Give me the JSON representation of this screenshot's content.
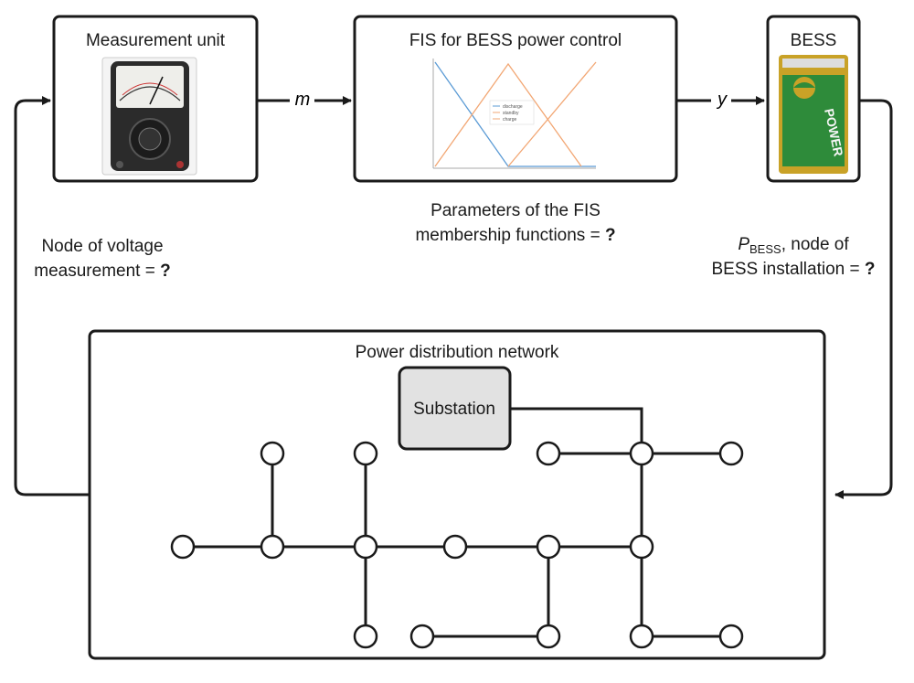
{
  "blocks": {
    "measurement_unit": {
      "title": "Measurement unit",
      "photo_icon": "analog-multimeter-photo"
    },
    "fis": {
      "title": "FIS for BESS power control",
      "plot_icon": "membership-functions-plot",
      "legend": [
        "discharge",
        "standby",
        "charge"
      ]
    },
    "bess": {
      "title": "BESS",
      "photo_icon": "battery-photo",
      "battery_text": "POWER"
    }
  },
  "signals": {
    "m": "m",
    "y": "y"
  },
  "captions": {
    "left": {
      "line1": "Node of voltage",
      "line2": "measurement = ",
      "q": "?"
    },
    "center": {
      "line1": "Parameters of the FIS",
      "line2": "membership functions = ",
      "q": "?"
    },
    "right": {
      "p": "P",
      "p_sub": "BESS",
      "line1_rest": ",  node of",
      "line2": "BESS installation = ",
      "q": "?"
    }
  },
  "network": {
    "title": "Power distribution network",
    "substation": "Substation"
  },
  "colors": {
    "line": "#1a1a1a",
    "substation_fill": "#e2e2e2",
    "orange": "#f2a774",
    "blue": "#5b9bd5",
    "battery_green": "#2e8b3a",
    "battery_gold": "#c9a227"
  }
}
